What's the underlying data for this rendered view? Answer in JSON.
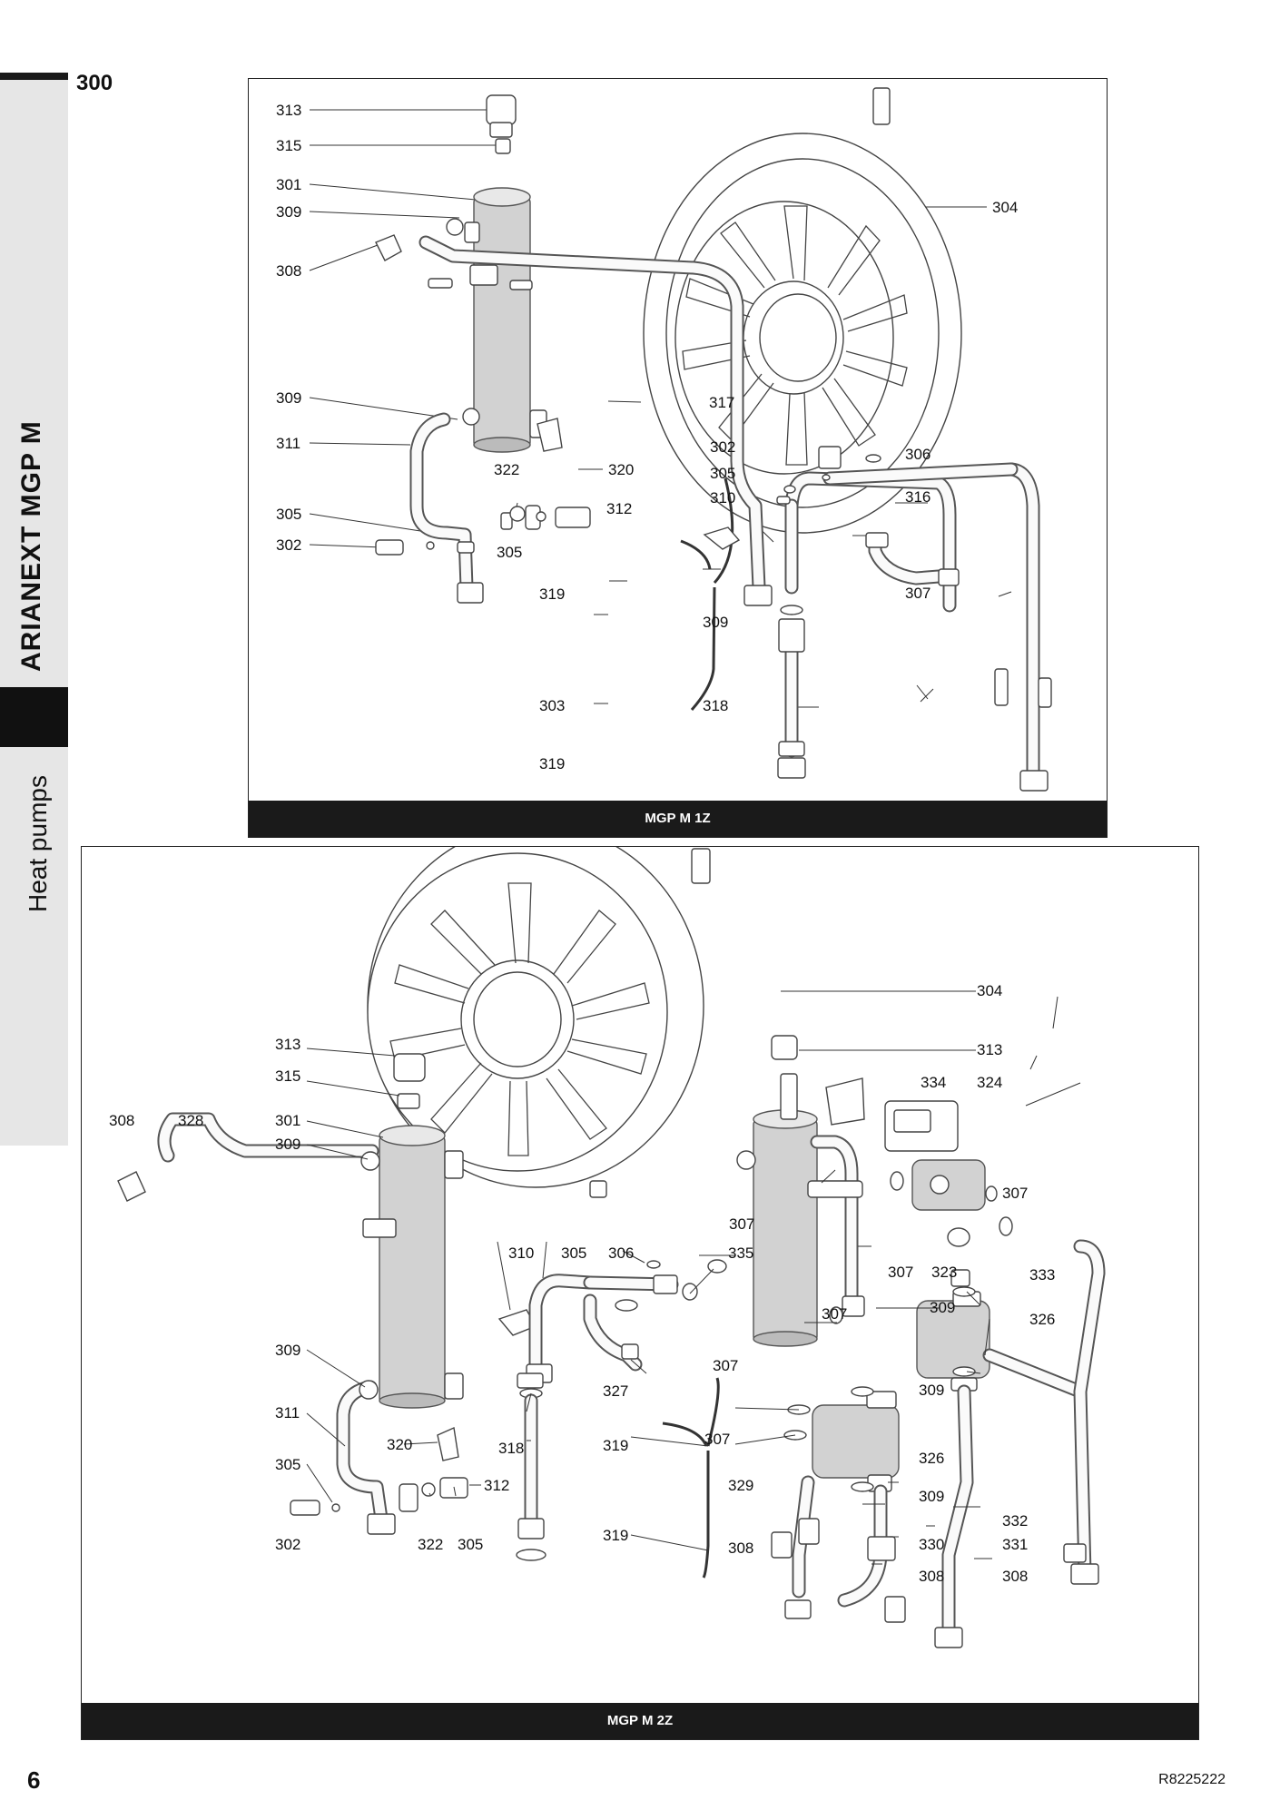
{
  "section_code": "300",
  "product_title": "ARIANEXT MGP M",
  "category_title": "Heat pumps",
  "page_number": "6",
  "doc_code": "R8225222",
  "diagram_1": {
    "caption": "MGP M 1Z",
    "labels": [
      "313",
      "315",
      "301",
      "309",
      "308",
      "304",
      "309",
      "317",
      "311",
      "322",
      "320",
      "305",
      "312",
      "302",
      "305",
      "302",
      "306",
      "305",
      "310",
      "316",
      "319",
      "309",
      "307",
      "303",
      "318",
      "319"
    ]
  },
  "diagram_2": {
    "caption": "MGP M 2Z",
    "labels": [
      "304",
      "313",
      "315",
      "313",
      "334",
      "324",
      "308",
      "328",
      "301",
      "309",
      "307",
      "307",
      "310",
      "305",
      "306",
      "335",
      "307",
      "323",
      "333",
      "309",
      "326",
      "307",
      "309",
      "307",
      "309",
      "327",
      "311",
      "320",
      "318",
      "319",
      "307",
      "326",
      "305",
      "312",
      "329",
      "309",
      "302",
      "322",
      "305",
      "319",
      "308",
      "330",
      "332",
      "331",
      "308",
      "308"
    ]
  }
}
